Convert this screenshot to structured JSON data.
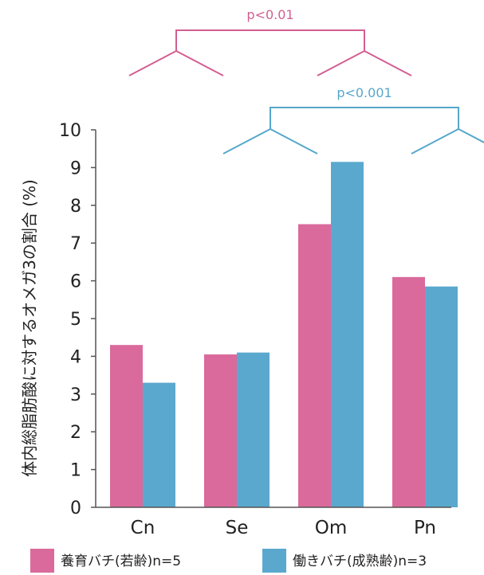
{
  "chart_data": {
    "type": "bar",
    "ylabel": "体内総脂肪酸に対するオメガ3の割合 (%)",
    "categories": [
      "Cn",
      "Se",
      "Om",
      "Pn"
    ],
    "ylim": [
      0,
      10
    ],
    "yticks": [
      0,
      1,
      2,
      3,
      4,
      5,
      6,
      7,
      8,
      9,
      10
    ],
    "grid": false,
    "legend_placement": "bottom",
    "series": [
      {
        "name": "養育バチ(若齢)n=5",
        "color": "#DA6A9C",
        "values": [
          4.3,
          4.05,
          7.5,
          6.1
        ]
      },
      {
        "name": "働きバチ(成熟齢)n=3",
        "color": "#5BA8CE",
        "values": [
          3.3,
          4.1,
          9.15,
          5.85
        ]
      }
    ],
    "annotations": [
      {
        "label": "p<0.01",
        "color": "#D25F90",
        "from_category": "Cn",
        "to_category": "Om"
      },
      {
        "label": "p<0.001",
        "color": "#57A7CB",
        "from_category": "Se",
        "to_category": "Pn"
      }
    ]
  }
}
